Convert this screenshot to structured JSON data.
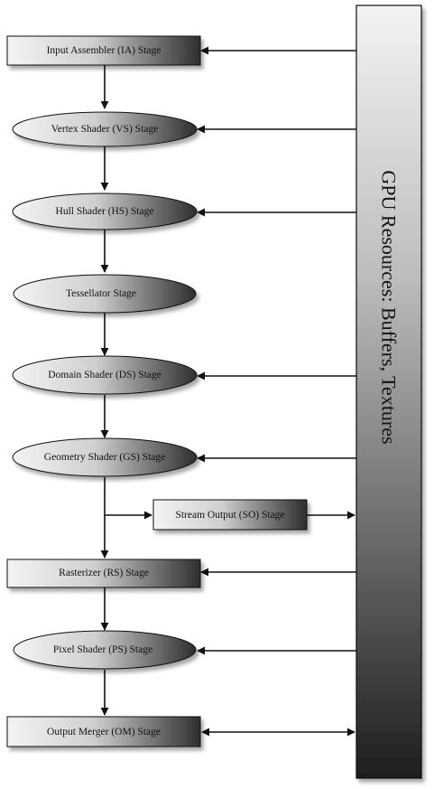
{
  "resources": {
    "label": "GPU Resources: Buffers, Textures"
  },
  "stages": [
    {
      "id": "ia",
      "label": "Input Assembler (IA) Stage"
    },
    {
      "id": "vs",
      "label": "Vertex Shader (VS) Stage"
    },
    {
      "id": "hs",
      "label": "Hull Shader (HS) Stage"
    },
    {
      "id": "ts",
      "label": "Tessellator Stage"
    },
    {
      "id": "ds",
      "label": "Domain Shader (DS) Stage"
    },
    {
      "id": "gs",
      "label": "Geometry Shader (GS) Stage"
    },
    {
      "id": "so",
      "label": "Stream Output (SO) Stage"
    },
    {
      "id": "rs",
      "label": "Rasterizer (RS) Stage"
    },
    {
      "id": "ps",
      "label": "Pixel Shader (PS) Stage"
    },
    {
      "id": "om",
      "label": "Output Merger (OM) Stage"
    }
  ],
  "colors": {
    "node_light": "#f4f4f4",
    "node_dark": "#2e2e2e",
    "line": "#111111"
  }
}
